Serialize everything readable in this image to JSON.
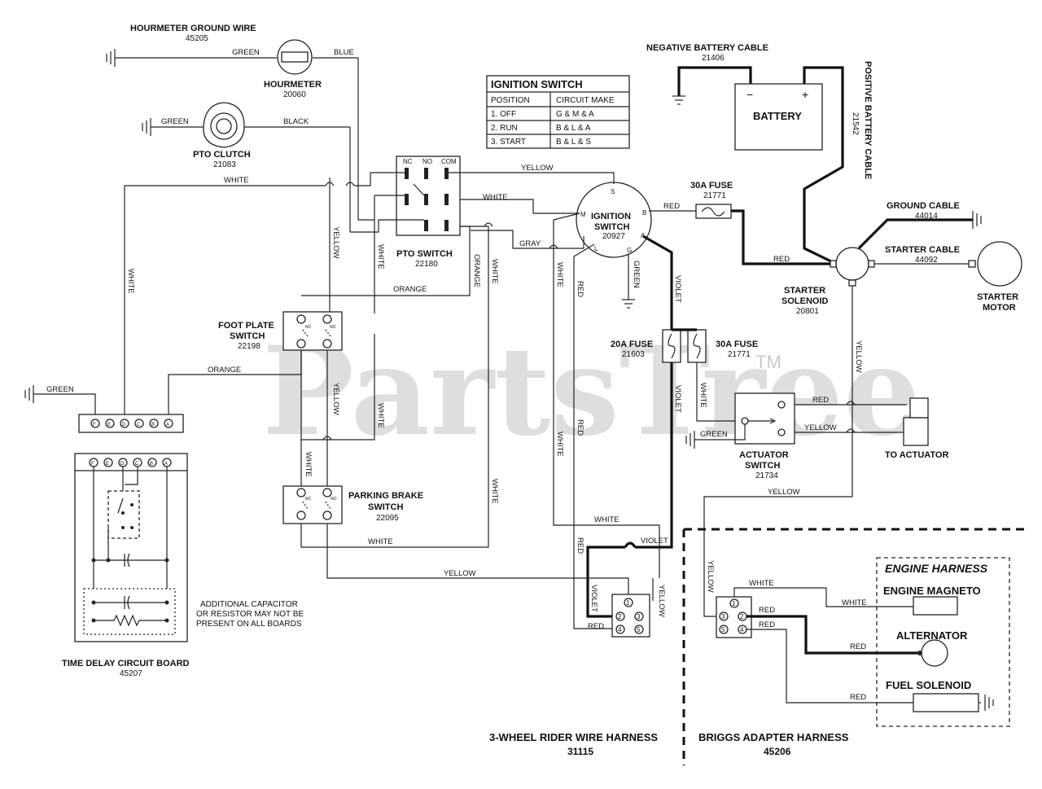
{
  "watermark": {
    "brand": "PartsTree",
    "tm": "TM"
  },
  "hourmeter_ground": {
    "title": "HOURMETER GROUND WIRE",
    "part": "45205"
  },
  "hourmeter": {
    "title": "HOURMETER",
    "part": "20060"
  },
  "pto_clutch": {
    "title": "PTO CLUTCH",
    "part": "21083"
  },
  "pto_switch": {
    "title": "PTO SWITCH",
    "part": "22180",
    "pins": [
      "NC",
      "NO",
      "COM"
    ]
  },
  "ignition_table": {
    "title": "IGNITION SWITCH",
    "headers": [
      "POSITION",
      "CIRCUIT MAKE"
    ],
    "rows": [
      [
        "1. OFF",
        "G & M & A"
      ],
      [
        "2. RUN",
        "B & L & A"
      ],
      [
        "3. START",
        "B & L & S"
      ]
    ]
  },
  "ignition_switch": {
    "title1": "IGNITION",
    "title2": "SWITCH",
    "part": "20927",
    "terminals": [
      "S",
      "M",
      "B",
      "A",
      "L",
      "G"
    ]
  },
  "neg_cable": {
    "title": "NEGATIVE BATTERY CABLE",
    "part": "21406"
  },
  "battery": {
    "title": "BATTERY",
    "minus": "−",
    "plus": "+"
  },
  "pos_cable": {
    "title": "POSITIVE BATTERY CABLE",
    "part": "21542"
  },
  "fuse_30a_top": {
    "title": "30A FUSE",
    "part": "21771"
  },
  "ground_cable": {
    "title": "GROUND CABLE",
    "part": "44014"
  },
  "starter_cable": {
    "title": "STARTER CABLE",
    "part": "44092"
  },
  "starter_solenoid": {
    "title1": "STARTER",
    "title2": "SOLENOID",
    "part": "20801"
  },
  "starter_motor": {
    "title1": "STARTER",
    "title2": "MOTOR"
  },
  "foot_plate": {
    "title1": "FOOT PLATE",
    "title2": "SWITCH",
    "part": "22198",
    "pins": [
      "NC",
      "NO"
    ]
  },
  "fuse_20a": {
    "title": "20A FUSE",
    "part": "21603"
  },
  "fuse_30a_mid": {
    "title": "30A FUSE",
    "part": "21771"
  },
  "actuator_switch": {
    "title1": "ACTUATOR",
    "title2": "SWITCH",
    "part": "21734"
  },
  "to_actuator": {
    "title": "TO ACTUATOR"
  },
  "parking_brake": {
    "title1": "PARKING BRAKE",
    "title2": "SWITCH",
    "part": "22095",
    "pins": [
      "NC",
      "NO"
    ]
  },
  "time_delay": {
    "title": "TIME DELAY CIRCUIT BOARD",
    "part": "45207",
    "terminals": [
      "F",
      "E",
      "D",
      "C",
      "B",
      "A"
    ]
  },
  "capacitor_note": {
    "lines": [
      "ADDITIONAL CAPACITOR",
      "OR RESISTOR MAY NOT BE",
      "PRESENT ON ALL BOARDS"
    ]
  },
  "harness_3wheel": {
    "title": "3-WHEEL RIDER WIRE HARNESS",
    "part": "31115"
  },
  "briggs_adapter": {
    "title": "BRIGGS ADAPTER HARNESS",
    "part": "45206"
  },
  "engine_harness": {
    "title": "ENGINE HARNESS",
    "magneto": "ENGINE MAGNETO",
    "alternator": "ALTERNATOR",
    "fuel_solenoid": "FUEL SOLENOID"
  },
  "connector_pins": [
    "1",
    "2",
    "3",
    "4",
    "5"
  ],
  "wire_labels": {
    "green": "GREEN",
    "blue": "BLUE",
    "black": "BLACK",
    "white": "WHITE",
    "yellow": "YELLOW",
    "orange": "ORANGE",
    "gray": "GRAY",
    "red": "RED",
    "violet": "VIOLET"
  }
}
